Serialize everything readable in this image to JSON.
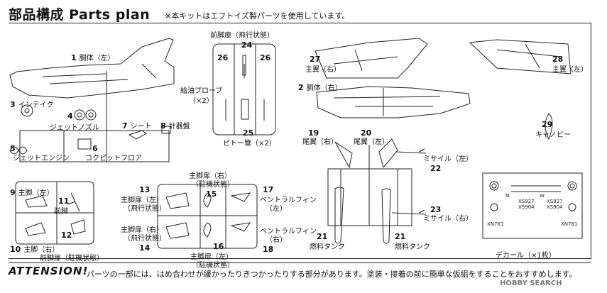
{
  "header": {
    "title": "部品構成 Parts plan",
    "note": "※本キットはエフトイズ製パーツを使用しています。"
  },
  "parts": [
    {
      "id": "p1",
      "num": "1",
      "label": "胴体（左）"
    },
    {
      "id": "p3",
      "num": "3",
      "label": "インテイク"
    },
    {
      "id": "p4",
      "num": "4",
      "label": ""
    },
    {
      "id": "p4b",
      "num": "",
      "label": "ジェットノズル"
    },
    {
      "id": "p5",
      "num": "5",
      "label": ""
    },
    {
      "id": "p5b",
      "num": "",
      "label": "ジェットエンジン"
    },
    {
      "id": "p6",
      "num": "6",
      "label": ""
    },
    {
      "id": "p6b",
      "num": "",
      "label": "コクピットフロア"
    },
    {
      "id": "p7",
      "num": "7",
      "label": "シート"
    },
    {
      "id": "p8",
      "num": "8",
      "label": "計器盤"
    },
    {
      "id": "fdoor",
      "num": "",
      "label": "前脚扉（飛行状態）"
    },
    {
      "id": "p24",
      "num": "24",
      "label": ""
    },
    {
      "id": "p26a",
      "num": "26",
      "label": ""
    },
    {
      "id": "p26b",
      "num": "26",
      "label": ""
    },
    {
      "id": "probe",
      "num": "",
      "label": "給油プローブ"
    },
    {
      "id": "probe2",
      "num": "",
      "label": "（×2）"
    },
    {
      "id": "p25",
      "num": "25",
      "label": ""
    },
    {
      "id": "pitot",
      "num": "",
      "label": "ピトー管（×2）"
    },
    {
      "id": "p27",
      "num": "27",
      "label": ""
    },
    {
      "id": "p27b",
      "num": "",
      "label": "主翼（右）"
    },
    {
      "id": "p28",
      "num": "28",
      "label": ""
    },
    {
      "id": "p28b",
      "num": "",
      "label": "主翼（左）"
    },
    {
      "id": "p2",
      "num": "2",
      "label": "胴体（右）"
    },
    {
      "id": "p29",
      "num": "29",
      "label": ""
    },
    {
      "id": "p29b",
      "num": "",
      "label": "キャノピー"
    },
    {
      "id": "p19",
      "num": "19",
      "label": ""
    },
    {
      "id": "p19b",
      "num": "",
      "label": "尾翼（右）"
    },
    {
      "id": "p20",
      "num": "20",
      "label": ""
    },
    {
      "id": "p20b",
      "num": "",
      "label": "尾翼（左）"
    },
    {
      "id": "p22",
      "num": "22",
      "label": ""
    },
    {
      "id": "p22b",
      "num": "",
      "label": "ミサイル（左）"
    },
    {
      "id": "p23",
      "num": "23",
      "label": ""
    },
    {
      "id": "p23b",
      "num": "",
      "label": "ミサイル（右）"
    },
    {
      "id": "p21a",
      "num": "21",
      "label": ""
    },
    {
      "id": "p21ab",
      "num": "",
      "label": "燃料タンク"
    },
    {
      "id": "p21b",
      "num": "21",
      "label": ""
    },
    {
      "id": "p21bb",
      "num": "",
      "label": "燃料タンク"
    },
    {
      "id": "p9",
      "num": "9",
      "label": "主脚（左）"
    },
    {
      "id": "p11",
      "num": "11",
      "label": ""
    },
    {
      "id": "p11b",
      "num": "",
      "label": "前脚"
    },
    {
      "id": "p10",
      "num": "10",
      "label": "主脚（右）"
    },
    {
      "id": "p12",
      "num": "12",
      "label": ""
    },
    {
      "id": "p12b",
      "num": "",
      "label": "前脚扉（駐機状態）"
    },
    {
      "id": "mdoor_top",
      "num": "",
      "label": "主脚扉（右）"
    },
    {
      "id": "mdoor_top2",
      "num": "",
      "label": "（駐機状態）"
    },
    {
      "id": "p13",
      "num": "13",
      "label": ""
    },
    {
      "id": "p13b",
      "num": "",
      "label": "主脚扉（左）"
    },
    {
      "id": "p13c",
      "num": "",
      "label": "（飛行状態）"
    },
    {
      "id": "p15",
      "num": "15",
      "label": ""
    },
    {
      "id": "p17",
      "num": "17",
      "label": ""
    },
    {
      "id": "p17b",
      "num": "",
      "label": "ベントラルフィン"
    },
    {
      "id": "p17c",
      "num": "",
      "label": "（左）"
    },
    {
      "id": "mdoor_r",
      "num": "",
      "label": "主脚扉（右）"
    },
    {
      "id": "mdoor_r2",
      "num": "",
      "label": "（飛行状態）"
    },
    {
      "id": "p14",
      "num": "14",
      "label": ""
    },
    {
      "id": "p16",
      "num": "16",
      "label": ""
    },
    {
      "id": "vfin_r",
      "num": "",
      "label": "ベントラルフィン"
    },
    {
      "id": "vfin_r2",
      "num": "",
      "label": "（右）"
    },
    {
      "id": "p18",
      "num": "18",
      "label": ""
    },
    {
      "id": "mdoor_bot",
      "num": "",
      "label": "主脚扉（左）"
    },
    {
      "id": "mdoor_bot2",
      "num": "",
      "label": "（駐機状態）"
    },
    {
      "id": "decal",
      "num": "",
      "label": "デカール（×1枚）"
    }
  ],
  "decal_sheet": {
    "texts": [
      "XS927",
      "XS904",
      "XS927",
      "XS904",
      "XN781",
      "XN781",
      "N",
      "W"
    ]
  },
  "attention": {
    "title": "ATTENSION!",
    "text": "パーツの一部には、はめ合わせが緩かったりきつかったりする部分があります。塗装・接着の前に簡単な仮組をすることをおすすめします。"
  },
  "watermark": "HOBBY SEARCH"
}
